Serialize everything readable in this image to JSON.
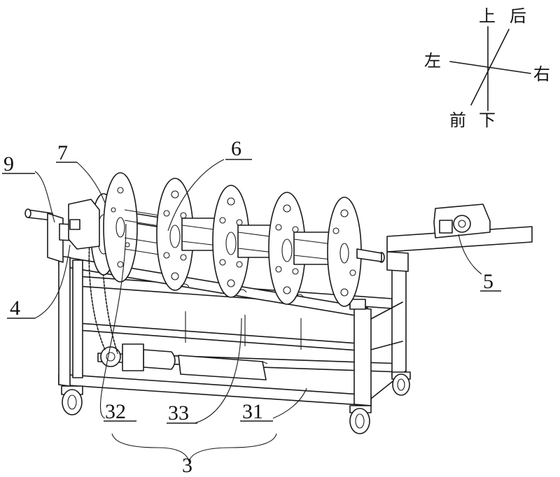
{
  "callouts": {
    "c9": "9",
    "c7": "7",
    "c6": "6",
    "c4": "4",
    "c5": "5",
    "c32": "32",
    "c33": "33",
    "c31": "31",
    "c3": "3"
  },
  "compass": {
    "up": "上",
    "back": "后",
    "left": "左",
    "right": "右",
    "front": "前",
    "down": "下"
  },
  "colors": {
    "ink": "#1a1a1a",
    "background": "#ffffff"
  }
}
